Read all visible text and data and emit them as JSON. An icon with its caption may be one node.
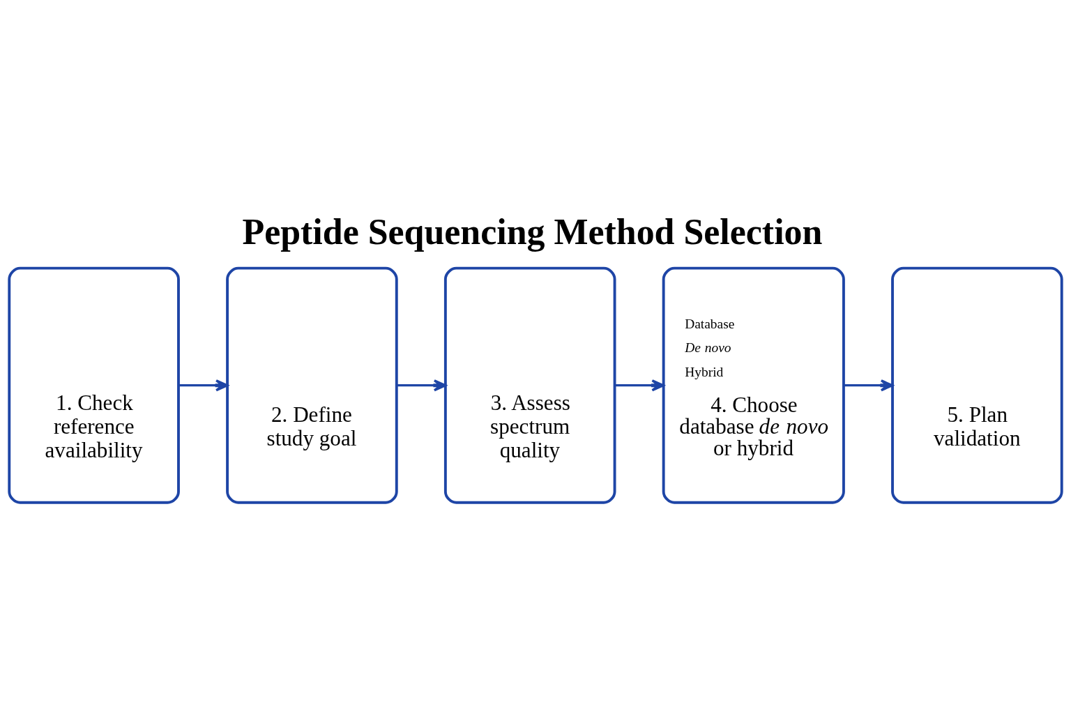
{
  "diagram": {
    "title": "Peptide Sequencing Method Selection",
    "nodes": [
      {
        "text": [
          "1. Check reference availability"
        ]
      },
      {
        "text": [
          "2. Define study goal"
        ]
      },
      {
        "text": [
          "3. Assess spectrum quality"
        ]
      },
      {
        "text": [
          "Database",
          "De novo",
          "Hybrid",
          "4. Choose database *de novo* or hybrid"
        ]
      },
      {
        "text": [
          "5. Plan validation"
        ]
      }
    ],
    "edges": [
      {
        "from": 0,
        "to": 1,
        "arrow": "to"
      },
      {
        "from": 1,
        "to": 2,
        "arrow": "to"
      },
      {
        "from": 2,
        "to": 3,
        "arrow": "to"
      },
      {
        "from": 3,
        "to": 4,
        "arrow": "to"
      }
    ]
  }
}
